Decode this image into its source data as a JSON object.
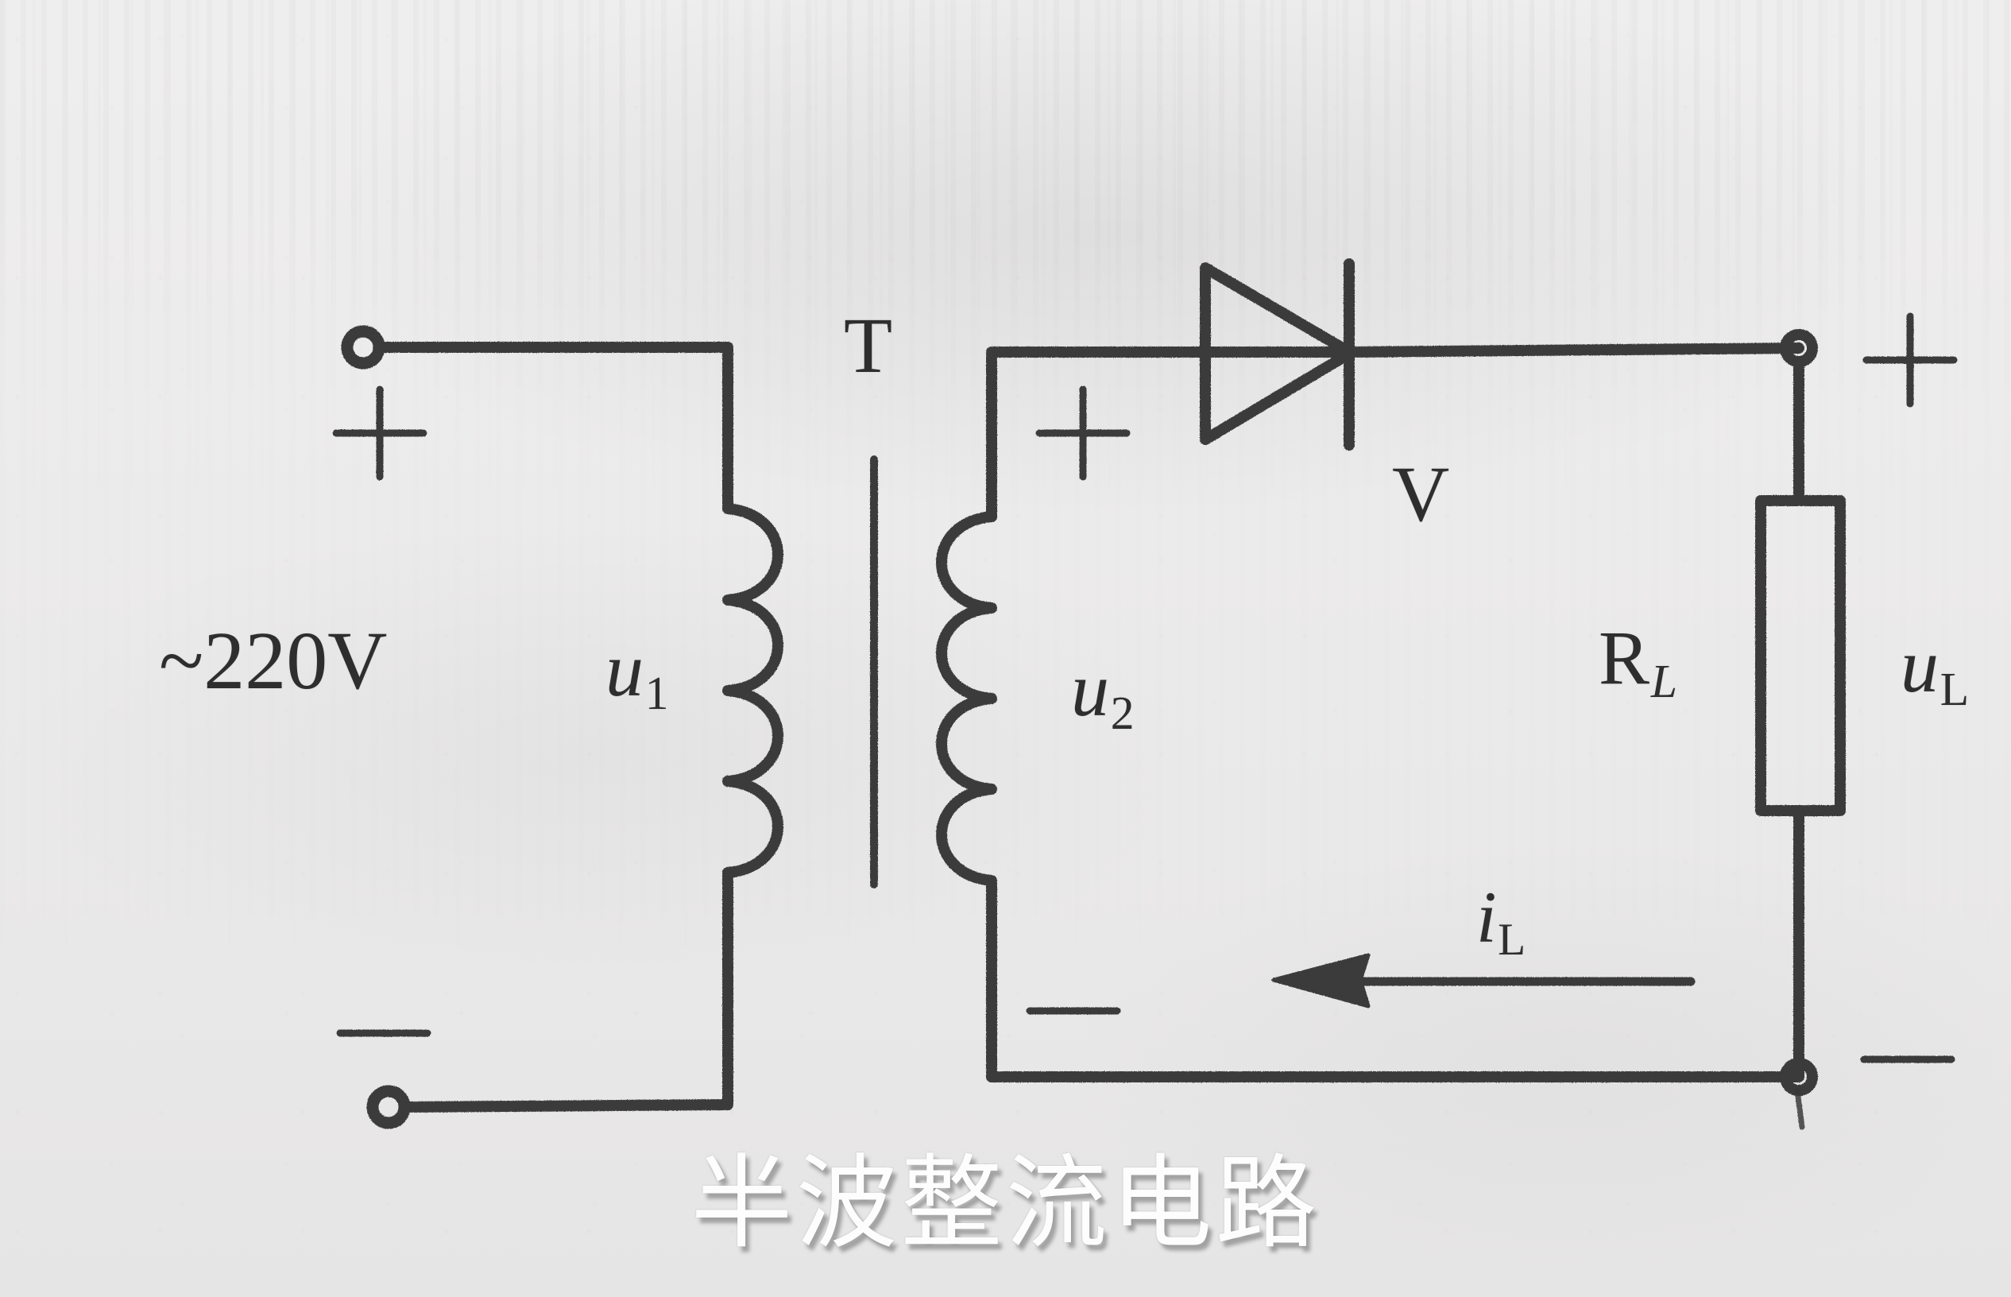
{
  "figure": {
    "caption": "半波整流电路",
    "source_label": "T",
    "ac_source_label": "~220V",
    "primary_voltage_label": "u",
    "primary_voltage_sub": "1",
    "secondary_voltage_label": "u",
    "secondary_voltage_sub": "2",
    "diode_label": "V",
    "resistor_label": "R",
    "resistor_sub": "L",
    "load_voltage_label": "u",
    "load_voltage_sub": "L",
    "load_current_label": "i",
    "load_current_sub": "L",
    "polarity_plus": "+",
    "polarity_minus": "−",
    "ink_color": "#3a3a3a",
    "paper_color": "#ecebeb",
    "caption_color": "#fdfdfd"
  },
  "polarities": {
    "input_plus": "+",
    "input_minus": "−",
    "secondary_plus": "+",
    "secondary_minus": "−",
    "output_plus": "+",
    "output_minus": "−"
  },
  "components": [
    {
      "name": "ac-mains-terminals",
      "type": "terminal-pair",
      "text": "~220V"
    },
    {
      "name": "transformer",
      "type": "transformer",
      "text": "T"
    },
    {
      "name": "primary-winding",
      "type": "coil",
      "text": "u1"
    },
    {
      "name": "secondary-winding",
      "type": "coil",
      "text": "u2"
    },
    {
      "name": "rectifier-diode",
      "type": "diode",
      "text": "V"
    },
    {
      "name": "load-resistor",
      "type": "resistor",
      "text": "RL"
    },
    {
      "name": "load-current-arrow",
      "type": "arrow",
      "text": "iL"
    }
  ]
}
